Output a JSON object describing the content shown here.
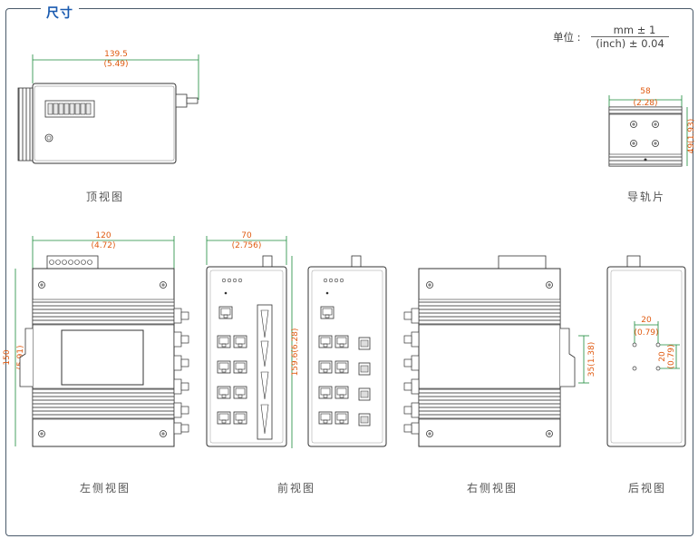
{
  "header": {
    "title": "尺寸"
  },
  "unit": {
    "label": "单位 :",
    "numerator": "mm ± 1",
    "denominator": "(inch) ± 0.04"
  },
  "views": {
    "top": "顶视图",
    "rail": "导轨片",
    "left": "左侧视图",
    "front": "前视图",
    "right": "右侧视图",
    "back": "后视图"
  },
  "dimensions": {
    "top_width": "139.5",
    "top_width_in": "(5.49)",
    "rail_width": "58",
    "rail_width_in": "(2.28)",
    "rail_height": "49(1.93)",
    "left_width": "120",
    "left_width_in": "(4.72)",
    "left_height": "150",
    "left_height_in": "(5.91)",
    "front_width": "70",
    "front_width_in": "(2.756)",
    "front_height": "159.6(6.28)",
    "rail_clip": "35(1.38)",
    "back_hole_h": "20",
    "back_hole_h_in": "(0.79)",
    "back_hole_v": "20",
    "back_hole_v_in": "(0.79)"
  },
  "colors": {
    "dimension": "#e05a10",
    "guide": "#1a8a3a",
    "outline": "#333333",
    "title": "#1a5bb0"
  }
}
